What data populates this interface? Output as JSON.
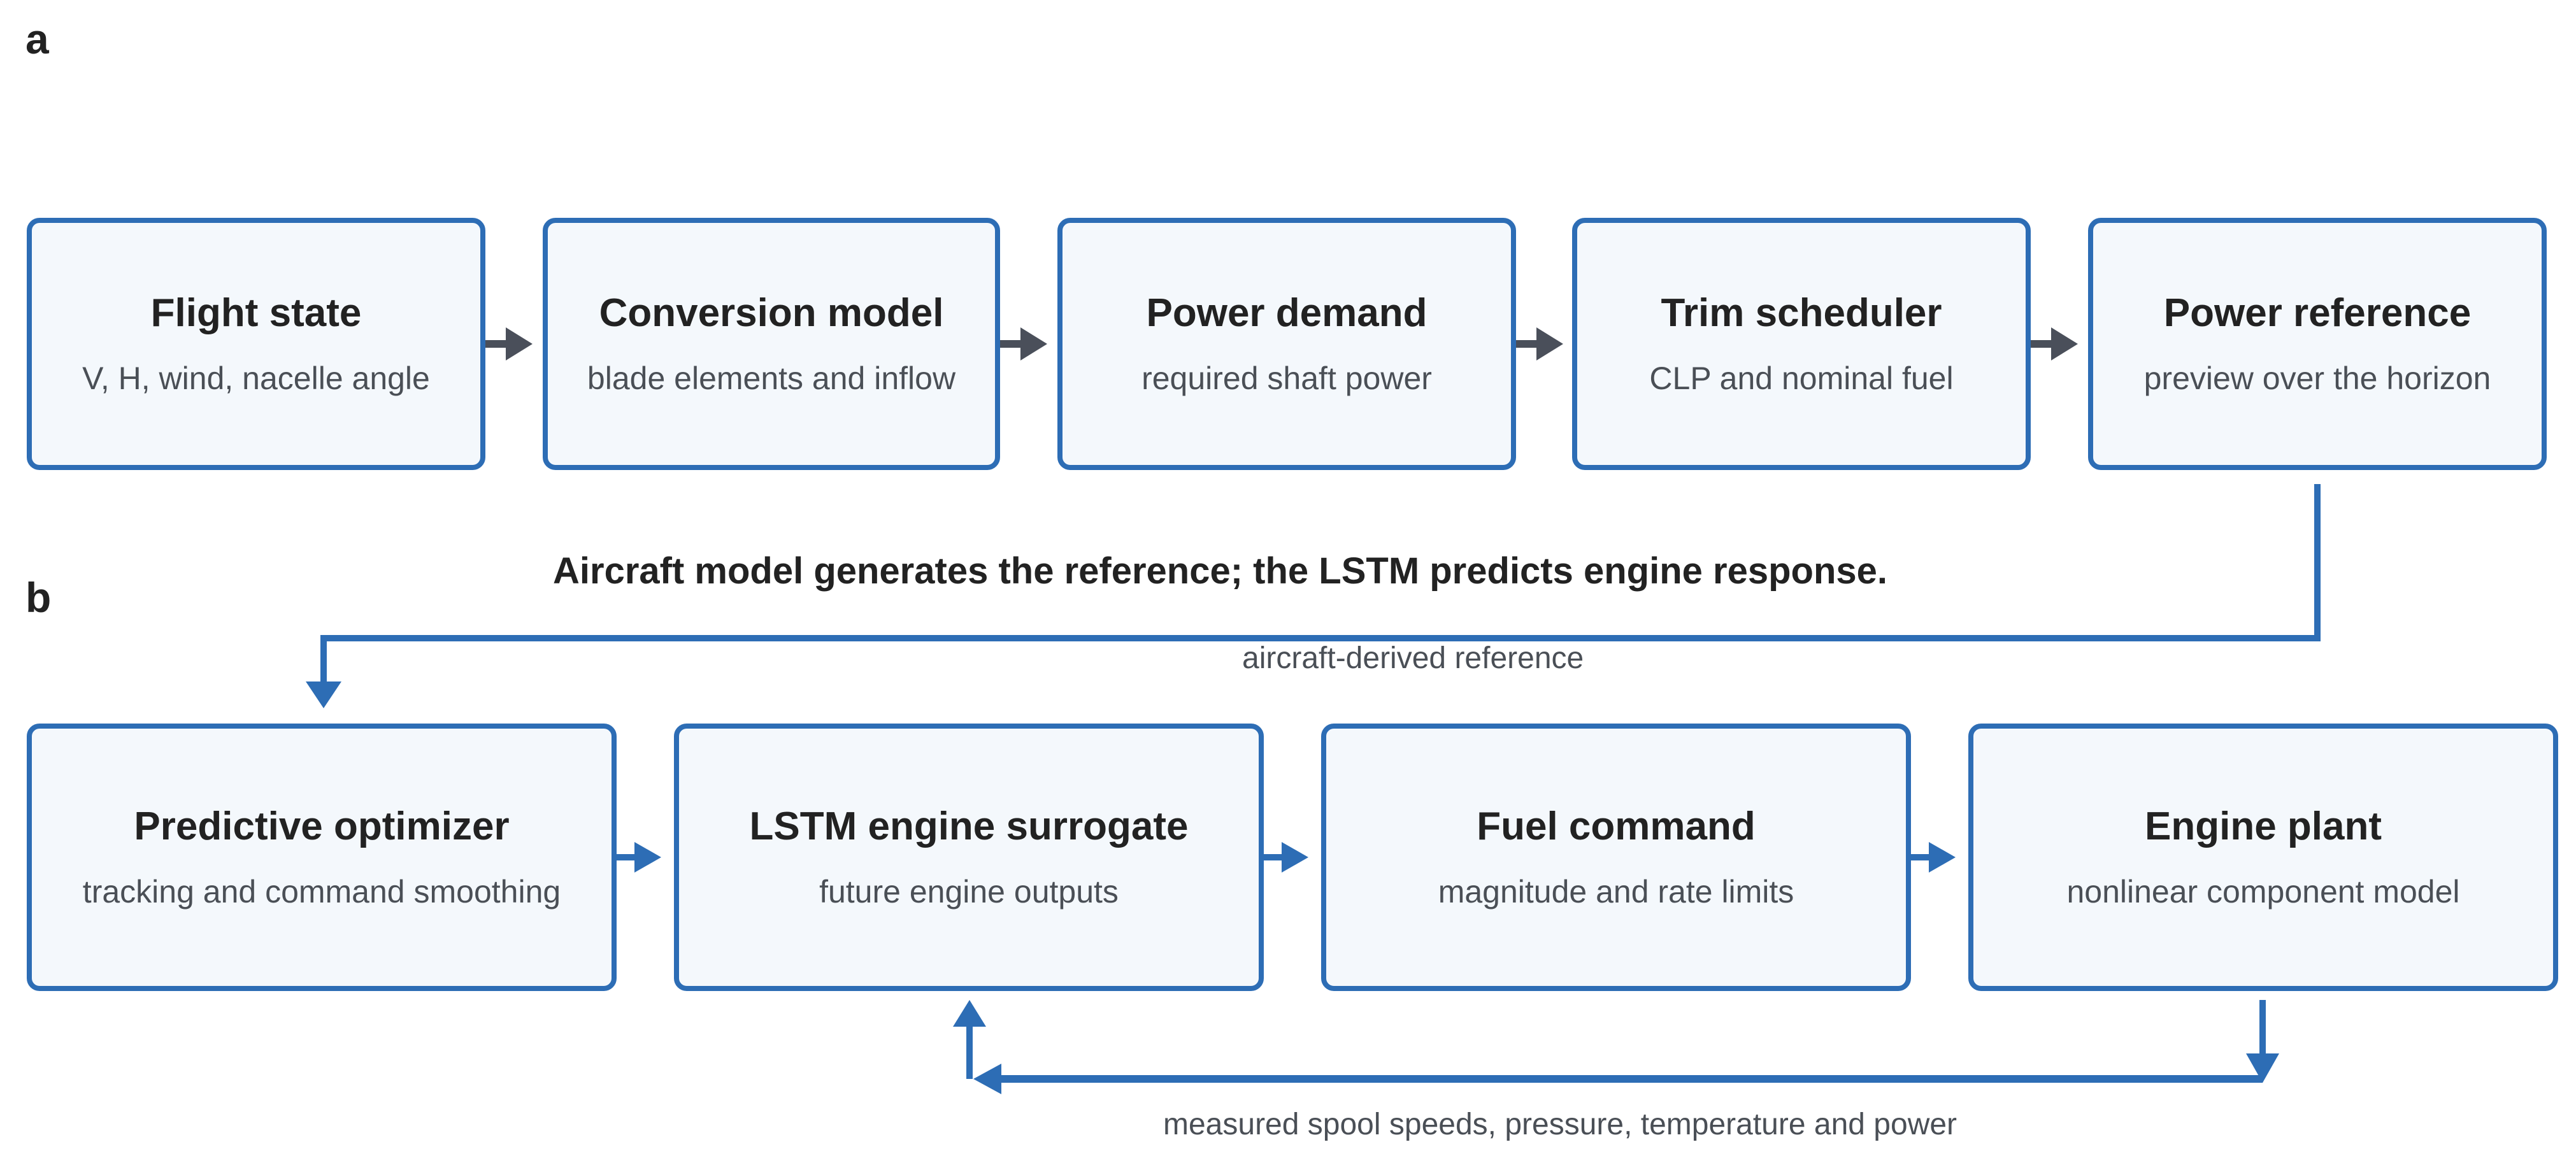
{
  "panels": {
    "a": "a",
    "b": "b"
  },
  "row_a": [
    {
      "title": "Flight state",
      "subtitle": "V, H, wind, nacelle angle"
    },
    {
      "title": "Conversion model",
      "subtitle": "blade elements and inflow"
    },
    {
      "title": "Power demand",
      "subtitle": "required shaft power"
    },
    {
      "title": "Trim scheduler",
      "subtitle": "CLP and nominal fuel"
    },
    {
      "title": "Power reference",
      "subtitle": "preview over the horizon"
    }
  ],
  "caption": "Aircraft model generates the reference; the LSTM predicts engine response.",
  "reference_link_label": "aircraft-derived reference",
  "row_b": [
    {
      "title": "Predictive optimizer",
      "subtitle": "tracking and command smoothing"
    },
    {
      "title": "LSTM engine surrogate",
      "subtitle": "future engine outputs"
    },
    {
      "title": "Fuel command",
      "subtitle": "magnitude and rate limits"
    },
    {
      "title": "Engine plant",
      "subtitle": "nonlinear component model"
    }
  ],
  "feedback_label": "measured spool speeds, pressure, temperature and power",
  "colors": {
    "box_border": "#2d6db5",
    "box_fill": "#f4f8fc",
    "chain_arrow": "#4a4f5a",
    "flow_line": "#2d6db5",
    "text_dark": "#222222",
    "text_muted": "#4a4f56"
  }
}
